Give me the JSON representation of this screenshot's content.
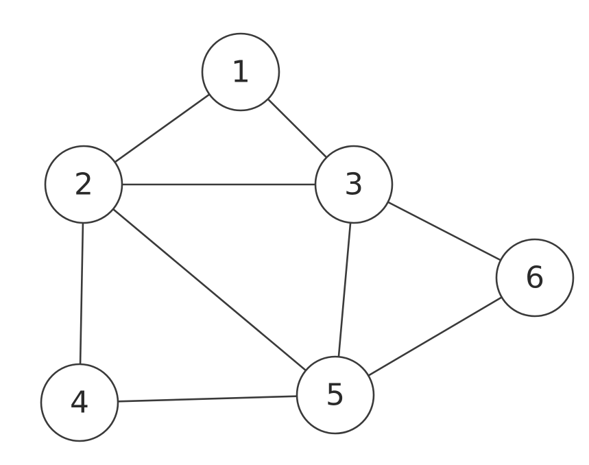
{
  "graph": {
    "nodes": [
      {
        "id": "1",
        "label": "1"
      },
      {
        "id": "2",
        "label": "2"
      },
      {
        "id": "3",
        "label": "3"
      },
      {
        "id": "4",
        "label": "4"
      },
      {
        "id": "5",
        "label": "5"
      },
      {
        "id": "6",
        "label": "6"
      }
    ],
    "edges": [
      {
        "from": "1",
        "to": "2"
      },
      {
        "from": "1",
        "to": "3"
      },
      {
        "from": "2",
        "to": "3"
      },
      {
        "from": "2",
        "to": "4"
      },
      {
        "from": "2",
        "to": "5"
      },
      {
        "from": "3",
        "to": "5"
      },
      {
        "from": "3",
        "to": "6"
      },
      {
        "from": "4",
        "to": "5"
      },
      {
        "from": "5",
        "to": "6"
      }
    ],
    "colors": {
      "stroke": "#3a3a3a",
      "fill": "#ffffff",
      "text": "#2a2a2a"
    }
  }
}
